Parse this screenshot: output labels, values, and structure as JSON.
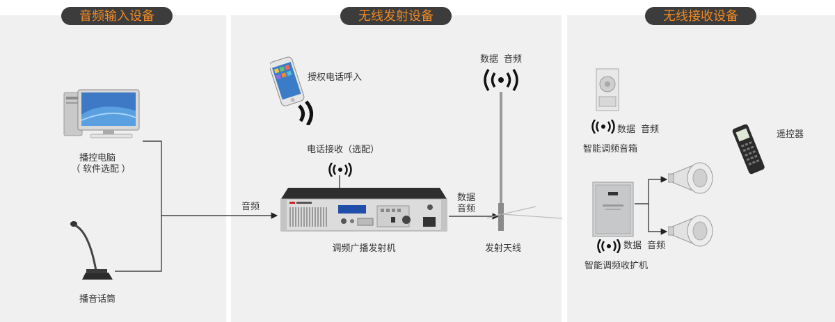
{
  "sections": {
    "input": "音频输入设备",
    "transmit": "无线发射设备",
    "receive": "无线接收设备"
  },
  "input": {
    "computer_label": "播控电脑",
    "computer_sub": "（ 软件选配 ）",
    "mic_label": "播音话筒",
    "audio_label": "音频"
  },
  "transmit": {
    "phone_label": "授权电话呼入",
    "phone_receive_label": "电话接收（选配）",
    "transmitter_label": "调频广播发射机",
    "output_data": "数据",
    "output_audio": "音频",
    "antenna_data": "数据",
    "antenna_audio": "音频",
    "antenna_label": "发射天线"
  },
  "receive": {
    "speaker_data": "数据",
    "speaker_audio": "音频",
    "speaker_label": "智能调频音箱",
    "remote_label": "遥控器",
    "amp_data": "数据",
    "amp_audio": "音频",
    "amp_label": "智能调频收扩机"
  },
  "colors": {
    "panel": "#f0f0f0",
    "pill": "#3c3c3c",
    "pill_text": "#f08a24",
    "line": "#222222"
  }
}
